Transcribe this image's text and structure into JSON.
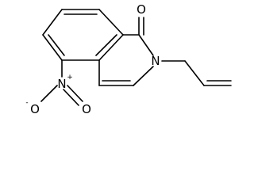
{
  "molecule": {
    "atoms": {
      "carbonyl_oxygen": "O",
      "ring_nitrogen": "N",
      "nitro_nitrogen": "N",
      "nitro_oxygen_right": "O",
      "nitro_oxygen_left": "O"
    },
    "charges": {
      "nitro_nitrogen": "+",
      "nitro_oxygen_left": "-"
    }
  }
}
